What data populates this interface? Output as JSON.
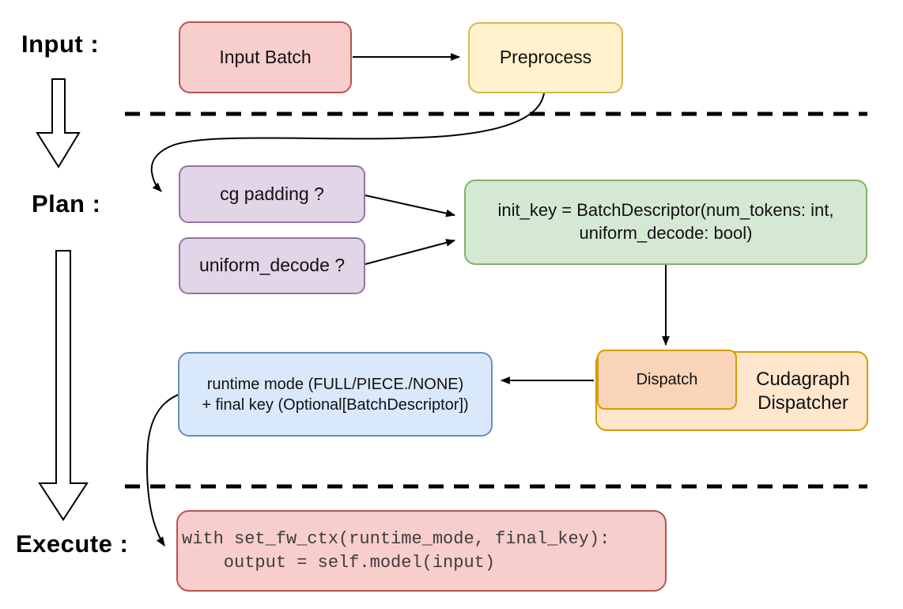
{
  "diagram": {
    "section_labels": {
      "input": "Input :",
      "plan": "Plan :",
      "execute": "Execute :"
    },
    "nodes": {
      "input_batch": "Input Batch",
      "preprocess": "Preprocess",
      "cg_padding": "cg padding ?",
      "uniform_decode": "uniform_decode ?",
      "init_key_line1": "init_key = BatchDescriptor(num_tokens: int,",
      "init_key_line2": "uniform_decode: bool)",
      "dispatch": "Dispatch",
      "cudagraph_dispatcher": "Cudagraph Dispatcher",
      "runtime_line1": "runtime mode (FULL/PIECE./NONE)",
      "runtime_line2": "+ final key (Optional[BatchDescriptor])",
      "code_line1": "with set_fw_ctx(runtime_mode, final_key):",
      "code_line2": "    output = self.model(input)"
    },
    "colors": {
      "red_fill": "#F8CECC",
      "red_stroke": "#B85450",
      "yellow_fill": "#FFF2CC",
      "yellow_stroke": "#D6B656",
      "purple_fill": "#E1D5E7",
      "purple_stroke": "#9673A6",
      "green_fill": "#D5E8D4",
      "green_stroke": "#82B366",
      "blue_fill": "#DAE8FC",
      "blue_stroke": "#6C8EBF",
      "orange_fill": "#FFE6CC",
      "orange_inner_fill": "#FAD4B8",
      "orange_stroke": "#D79B00",
      "connector": "#000000",
      "code_text": "#3d3d3d"
    }
  }
}
